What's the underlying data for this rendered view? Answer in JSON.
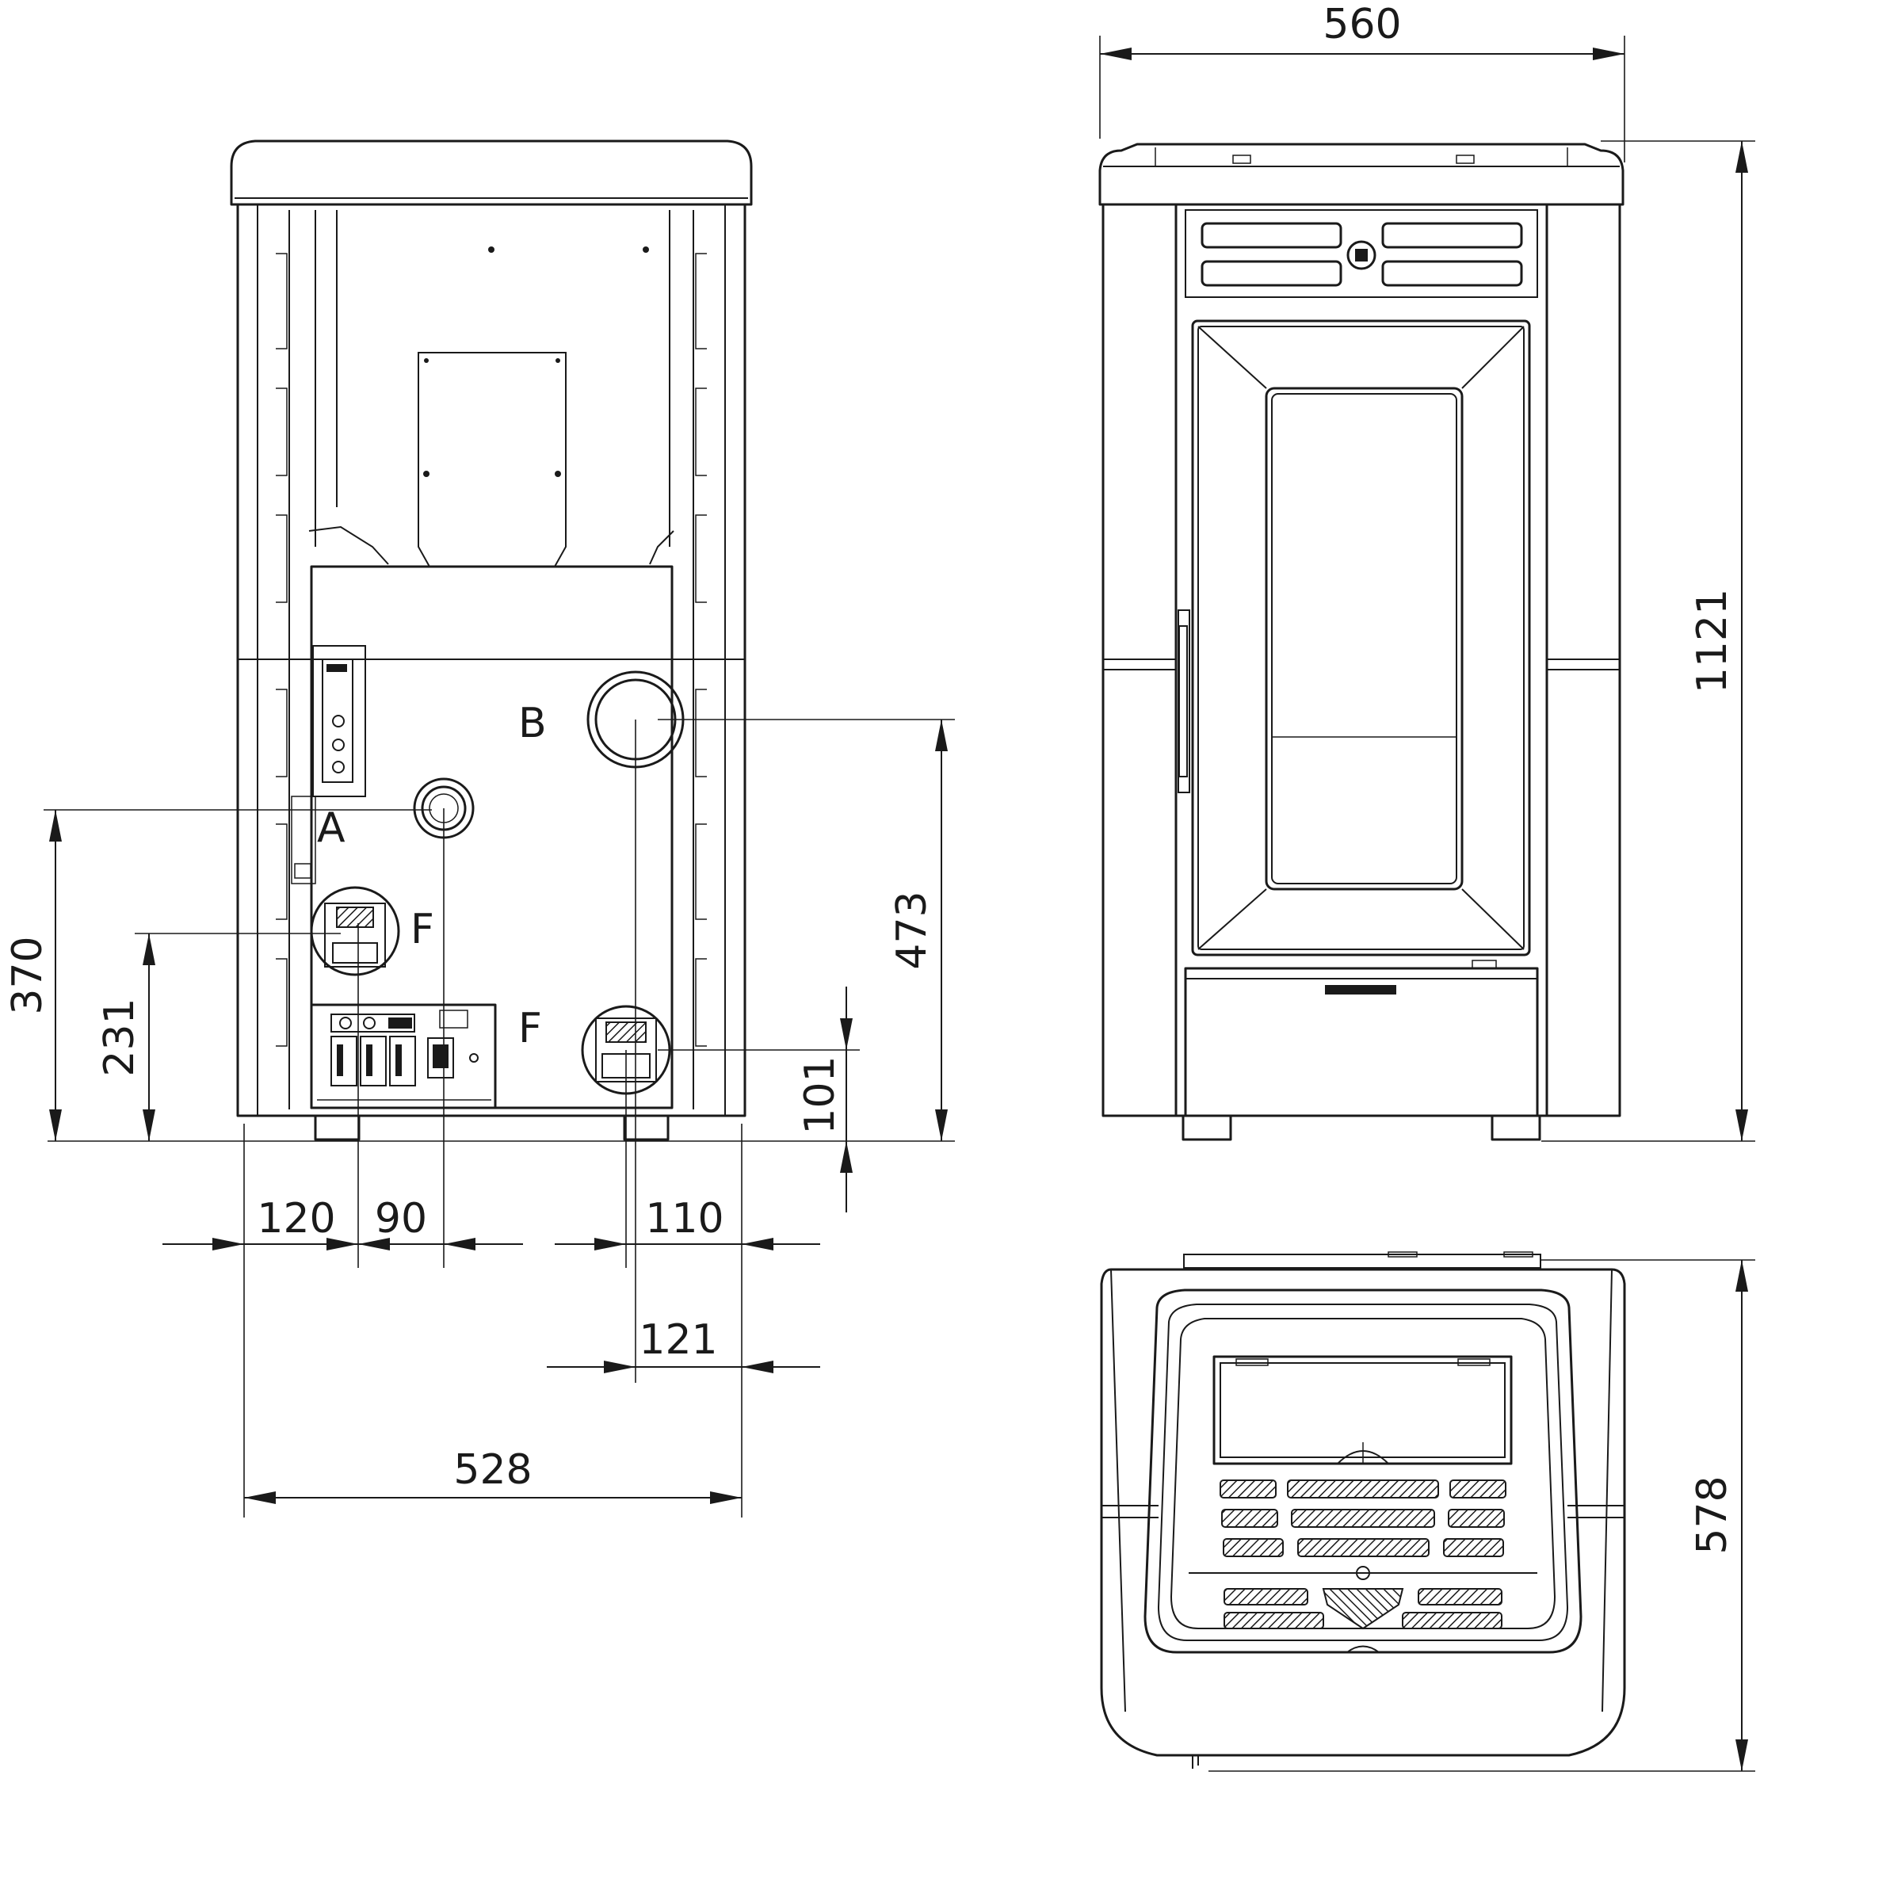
{
  "dimensions": {
    "back_width": "528",
    "offset_120": "120",
    "offset_90": "90",
    "offset_110": "110",
    "offset_121": "121",
    "height_370": "370",
    "height_231": "231",
    "height_473": "473",
    "height_101": "101",
    "front_width": "560",
    "total_height": "1121",
    "depth": "578"
  },
  "connection_labels": {
    "a": "A",
    "b": "B",
    "f_upper": "F",
    "f_lower": "F"
  },
  "colors": {
    "line": "#1a1a1a",
    "background": "#ffffff"
  }
}
